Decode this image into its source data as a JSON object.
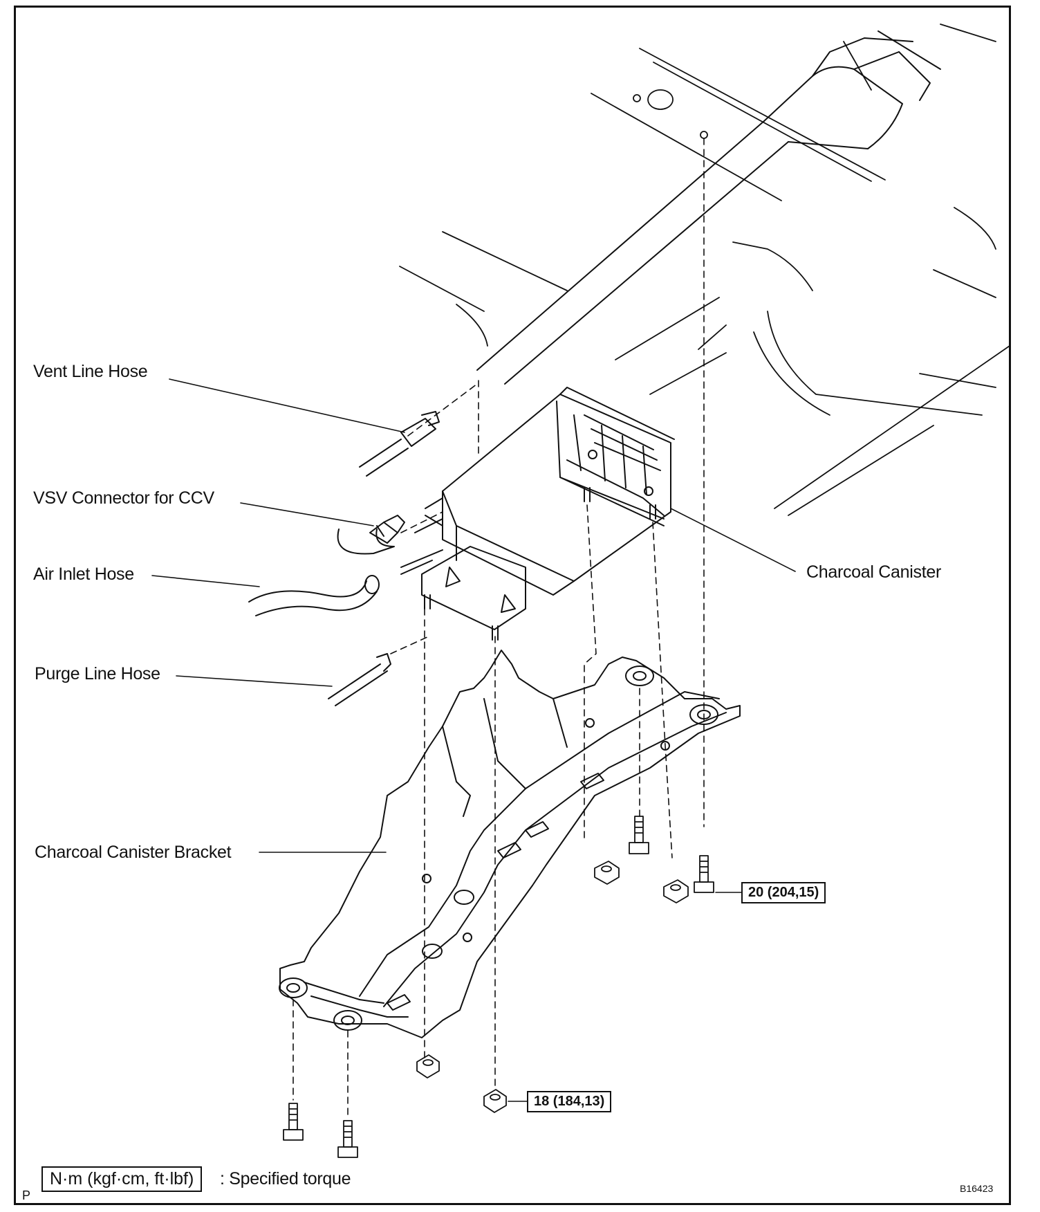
{
  "labels": {
    "vent_line_hose": "Vent Line Hose",
    "vsv_connector": "VSV Connector for CCV",
    "air_inlet_hose": "Air Inlet Hose",
    "purge_line_hose": "Purge Line Hose",
    "charcoal_canister": "Charcoal Canister",
    "charcoal_canister_bracket": "Charcoal Canister Bracket"
  },
  "torque": {
    "upper": "20 (204,15)",
    "lower": "18 (184,13)"
  },
  "legend": {
    "unit_box": "N·m (kgf·cm, ft·lbf)",
    "unit_text": ": Specified torque"
  },
  "corner": {
    "left_mark": "P",
    "figure_id": "B16423"
  }
}
